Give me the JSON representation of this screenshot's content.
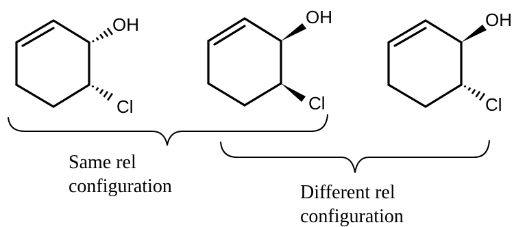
{
  "molecules": [
    {
      "oh_label": "OH",
      "cl_label": "Cl",
      "oh_bond": "hash",
      "cl_bond": "hash"
    },
    {
      "oh_label": "OH",
      "cl_label": "Cl",
      "oh_bond": "wedge",
      "cl_bond": "wedge"
    },
    {
      "oh_label": "OH",
      "cl_label": "Cl",
      "oh_bond": "wedge",
      "cl_bond": "hash"
    }
  ],
  "comparisons": [
    {
      "line1": "Same rel",
      "line2": "configuration"
    },
    {
      "line1": "Different rel",
      "line2": "configuration"
    }
  ],
  "colors": {
    "ink": "#000000",
    "background": "#ffffff"
  }
}
